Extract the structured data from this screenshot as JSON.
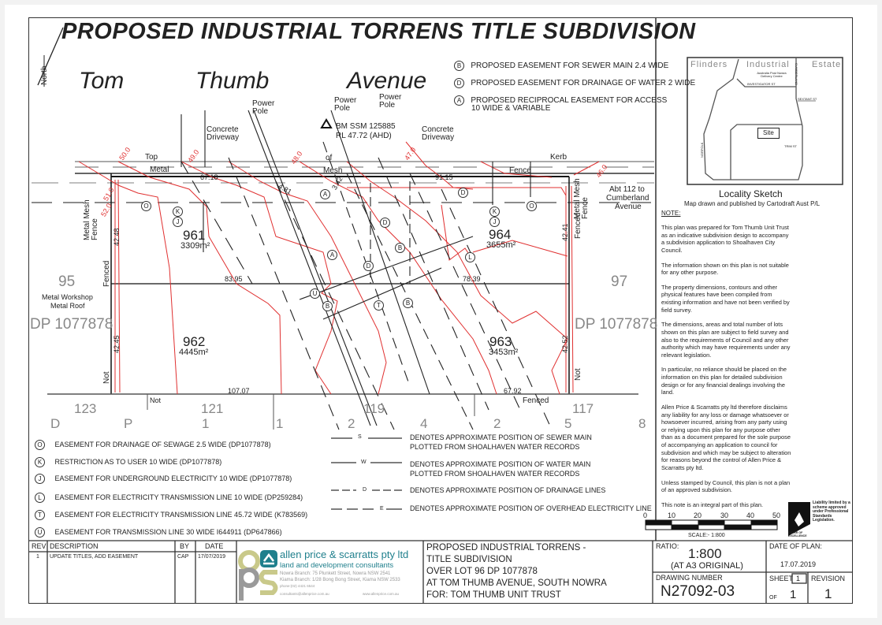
{
  "title": "PROPOSED INDUSTRIAL TORRENS TITLE SUBDIVISION",
  "north_label": "North",
  "street": {
    "w1": "Tom",
    "w2": "Thumb",
    "w3": "Avenue"
  },
  "proposed_easements": [
    {
      "symbol": "B",
      "text": "PROPOSED EASEMENT FOR SEWER MAIN 2.4 WIDE"
    },
    {
      "symbol": "D",
      "text": "PROPOSED EASEMENT FOR DRAINAGE OF WATER 2 WIDE"
    },
    {
      "symbol": "A",
      "text": "PROPOSED RECIPROCAL EASEMENT FOR ACCESS",
      "text2": "10 WIDE & VARIABLE"
    }
  ],
  "locality": {
    "title": "Locality  Sketch",
    "credit": "Map drawn and published by Cartodraft Aust P/L",
    "flinders": "Flinders",
    "industrial": "Industrial",
    "estate": "Estate",
    "site": "Site",
    "post": "Australia Post Nowra Delivery Centre",
    "investigator": "INVESTIGATOR ST",
    "sextant": "SEXTANT ST",
    "trim": "TRIM ST",
    "cumberland": "CUMBERLAND",
    "norfolk": "NORFOLK"
  },
  "notes": {
    "heading": "NOTE:",
    "paragraphs": [
      "This plan was prepared for Tom Thumb Unit Trust as an indicative subdivision design to accompany a subdivision application to Shoalhaven City Council.",
      "The information shown on this plan is not suitable for any other purpose.",
      "The property dimensions, contours and other physical features have been compiled from existing information and have not been verified by field survey.",
      "The dimensions, areas and total number of lots shown on this plan are subject to field survey and also to the requirements of Council and any other authority which may have requirements under any relevant legislation.",
      "In particular, no reliance should be placed on the information on this plan for detailed subdivision design or for any financial dealings involving the land.",
      "Allen Price & Scarratts pty ltd therefore disclaims any liability for any loss or damage whatsoever or howsoever incurred, arising from any party using or relying upon this plan for any purpose other than as a document prepared for the sole purpose of accompanying an application to council for subdivision and which may be subject to alteration for reasons beyond the control of Allen Price & Scarratts pty ltd.",
      "Unless stamped by Council, this plan is not a plan of an approved subdivision.",
      "This note is an integral part of this plan."
    ]
  },
  "drawing": {
    "power_pole": "Power Pole",
    "concrete_driveway": "Concrete Driveway",
    "bm": "BM SSM 125885",
    "rl": "RL 47.72 (AHD)",
    "top": "Top",
    "metal": "Metal",
    "of": "of",
    "mesh": "Mesh",
    "kerb": "Kerb",
    "fence": "Fence",
    "abt": "Abt 112 to",
    "cumberland": "Cumberland",
    "avenue": "Avenue",
    "metal_mesh_fence": "Metal Mesh Fence",
    "fenced": "Fenced",
    "not": "Not",
    "contours": [
      "50.0",
      "49.0",
      "48.0",
      "47.0",
      "46.0",
      "51.0",
      "52.0"
    ],
    "dims": {
      "d1": "67.18",
      "d2": "91.15",
      "d3": "4.81",
      "d4": "3.42",
      "d5": "42.48",
      "d6": "42.45",
      "d7": "83.95",
      "d8": "78.39",
      "d9": "107.07",
      "d10": "67.92",
      "d11": "42.41",
      "d12": "42.52"
    },
    "lots": [
      {
        "number": "961",
        "area": "3309m²"
      },
      {
        "number": "962",
        "area": "4445m²"
      },
      {
        "number": "963",
        "area": "3453m²"
      },
      {
        "number": "964",
        "area": "3655m²"
      }
    ],
    "neighbours": {
      "lot95": "95",
      "workshop": "Metal Workshop",
      "roof": "Metal Roof",
      "dp_left": "DP 1077878",
      "lot97": "97",
      "dp_right": "DP 1077878",
      "lot123": "123",
      "lot121": "121",
      "lot119": "119",
      "lot117": "117",
      "dp_letters": [
        "D",
        "P",
        "1",
        "1",
        "2",
        "4",
        "2",
        "5",
        "8"
      ]
    },
    "symbols": {
      "O": "O",
      "K": "K",
      "J": "J",
      "A": "A",
      "D": "D",
      "B": "B",
      "U": "U",
      "T": "T",
      "L": "L"
    }
  },
  "legend_easements": [
    {
      "symbol": "O",
      "text": "EASEMENT FOR DRAINAGE OF SEWAGE 2.5 WIDE (DP1077878)"
    },
    {
      "symbol": "K",
      "text": "RESTRICTION AS TO USER 10 WIDE (DP1077878)"
    },
    {
      "symbol": "J",
      "text": "EASEMENT FOR UNDERGROUND ELECTRICITY 10 WIDE (DP1077878)"
    },
    {
      "symbol": "L",
      "text": "EASEMENT FOR ELECTRICITY TRANSMISSION LINE 10 WIDE (DP259284)"
    },
    {
      "symbol": "T",
      "text": "EASEMENT FOR ELECTRICITY TRANSMISSION LINE 45.72 WIDE (K783569)"
    },
    {
      "symbol": "U",
      "text": "EASEMENT FOR TRANSMISSION LINE 30 WIDE I644911 (DP647866)"
    }
  ],
  "legend_lines": [
    {
      "symbol": "S",
      "text": "DENOTES APPROXIMATE POSITION OF SEWER MAIN",
      "text2": "PLOTTED FROM SHOALHAVEN WATER RECORDS"
    },
    {
      "symbol": "W",
      "text": "DENOTES APPROXIMATE POSITION OF WATER MAIN",
      "text2": "PLOTTED FROM SHOALHAVEN WATER RECORDS"
    },
    {
      "symbol": "D",
      "text": "DENOTES APPROXIMATE POSITION OF DRAINAGE LINES"
    },
    {
      "symbol": "E",
      "text": "DENOTES APPROXIMATE POSITION OF OVERHEAD ELECTRICITY LINE"
    }
  ],
  "scale": {
    "ticks": [
      "0",
      "10",
      "20",
      "30",
      "40",
      "50"
    ],
    "label": "SCALE:- 1:800"
  },
  "badge": {
    "text": "Liability limited by a scheme approved under Professional Standards Legislation.",
    "logo": "COVER OF EXCELLENCE"
  },
  "revisions": {
    "headers": {
      "rev": "REV",
      "description": "DESCRIPTION",
      "by": "BY",
      "date": "DATE"
    },
    "rows": [
      {
        "rev": "1",
        "description": "UPDATE TITLES, ADD EASEMENT",
        "by": "CAP",
        "date": "17/07/2019"
      }
    ]
  },
  "company": {
    "name": "allen price & scarratts pty ltd",
    "tagline": "land and development consultants",
    "nowra": "Nowra Branch: 75 Plunkett Street, Nowra NSW 2541",
    "kiama": "Kiama Branch: 1/28 Bong Bong Street, Kiama NSW 2533",
    "phone": "phone:(02) 4421 6544",
    "email": "consultants@allenprice.com.au",
    "web": "www.allenprice.com.au",
    "colors": {
      "teal": "#1f7f8c",
      "olive": "#c9c98a",
      "grey": "#9a9a9a"
    }
  },
  "plan_title": [
    "PROPOSED INDUSTRIAL TORRENS -",
    "TITLE SUBDIVISION",
    "OVER LOT 96 DP 1077878",
    "AT TOM THUMB AVENUE, SOUTH NOWRA",
    "FOR: TOM THUMB UNIT TRUST"
  ],
  "ratio": {
    "label": "RATIO:",
    "value": "1:800",
    "note": "(AT A3 ORIGINAL)"
  },
  "drawing_number": {
    "label": "DRAWING NUMBER",
    "value": "N27092-03"
  },
  "date_of_plan": {
    "label": "DATE OF PLAN:",
    "value": "17.07.2019"
  },
  "sheet": {
    "label": "SHEET",
    "number": "1",
    "of_label": "OF",
    "of": "1"
  },
  "revision": {
    "label": "REVISION",
    "value": "1"
  },
  "colors": {
    "contour": "#e03030",
    "line": "#222222",
    "grey_text": "#888888"
  }
}
